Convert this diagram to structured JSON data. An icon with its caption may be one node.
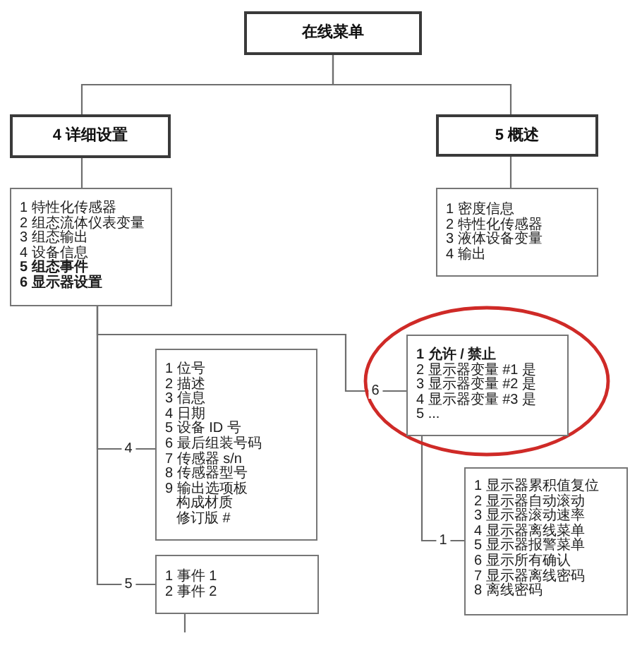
{
  "diagram": {
    "nodes": [
      {
        "text": [
          "在线菜单"
        ]
      },
      {
        "text": [
          "4 详细设置"
        ]
      },
      {
        "text": [
          "5 概述"
        ]
      },
      {
        "text": [
          "1 特性化传感器",
          "2 组态流体仪表变量",
          "3 组态输出",
          "4 设备信息",
          "5 组态事件",
          "6 显示器设置"
        ]
      },
      {
        "text": [
          "1 密度信息",
          "2 特性化传感器",
          "3 液体设备变量",
          "4 输出"
        ]
      },
      {
        "text": [
          "1 位号",
          "2 描述",
          "3 信息",
          "4 日期",
          "5 设备 ID 号",
          "6 最后组装号码",
          "7 传感器 s/n",
          "8 传感器型号",
          "9 输出选项板",
          "构成材质",
          "修订版 #"
        ]
      },
      {
        "text": [
          "1 允许 / 禁止",
          "2 显示器变量 #1 是",
          "3 显示器变量 #2 是",
          "4 显示器变量 #3 是",
          "5 ..."
        ]
      },
      {
        "text": [
          "1 显示器累积值复位",
          "2 显示器自动滚动",
          "3 显示器滚动速率",
          "4 显示器离线菜单",
          "5 显示器报警菜单",
          "6 显示所有确认",
          "7 显示器离线密码",
          "8 离线密码"
        ]
      },
      {
        "text": [
          "1 事件 1",
          "2 事件 2"
        ]
      }
    ],
    "edges": [
      {
        "from": 0,
        "to": 1,
        "arrow": "none"
      },
      {
        "from": 0,
        "to": 2,
        "arrow": "none"
      },
      {
        "from": 1,
        "to": 3,
        "arrow": "none"
      },
      {
        "from": 2,
        "to": 4,
        "arrow": "none"
      },
      {
        "from": 3,
        "to": 5,
        "arrow": "none",
        "label": "4"
      },
      {
        "from": 3,
        "to": 6,
        "arrow": "none",
        "label": "6"
      },
      {
        "from": 3,
        "to": 8,
        "arrow": "none",
        "label": "5"
      },
      {
        "from": 6,
        "to": 7,
        "arrow": "none",
        "label": "1"
      },
      {
        "from": 8,
        "to": null,
        "arrow": "none"
      }
    ]
  }
}
